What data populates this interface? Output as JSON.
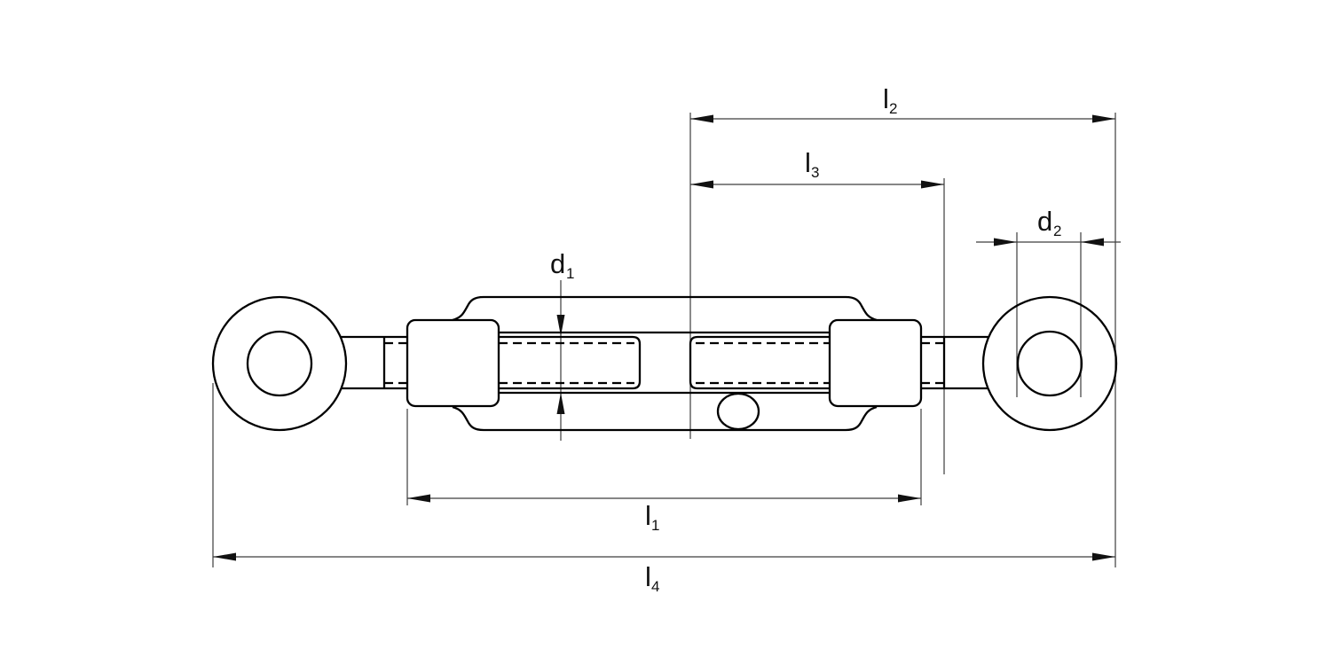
{
  "colors": {
    "background": "#ffffff",
    "part_line": "#000000",
    "dimension_line": "#3d3d3d",
    "label_text": "#111111"
  },
  "dimensions": {
    "l1": {
      "letter": "l",
      "subscript": "1"
    },
    "l2": {
      "letter": "l",
      "subscript": "2"
    },
    "l3": {
      "letter": "l",
      "subscript": "3"
    },
    "l4": {
      "letter": "l",
      "subscript": "4"
    },
    "d1": {
      "letter": "d",
      "subscript": "1"
    },
    "d2": {
      "letter": "d",
      "subscript": "2"
    }
  }
}
